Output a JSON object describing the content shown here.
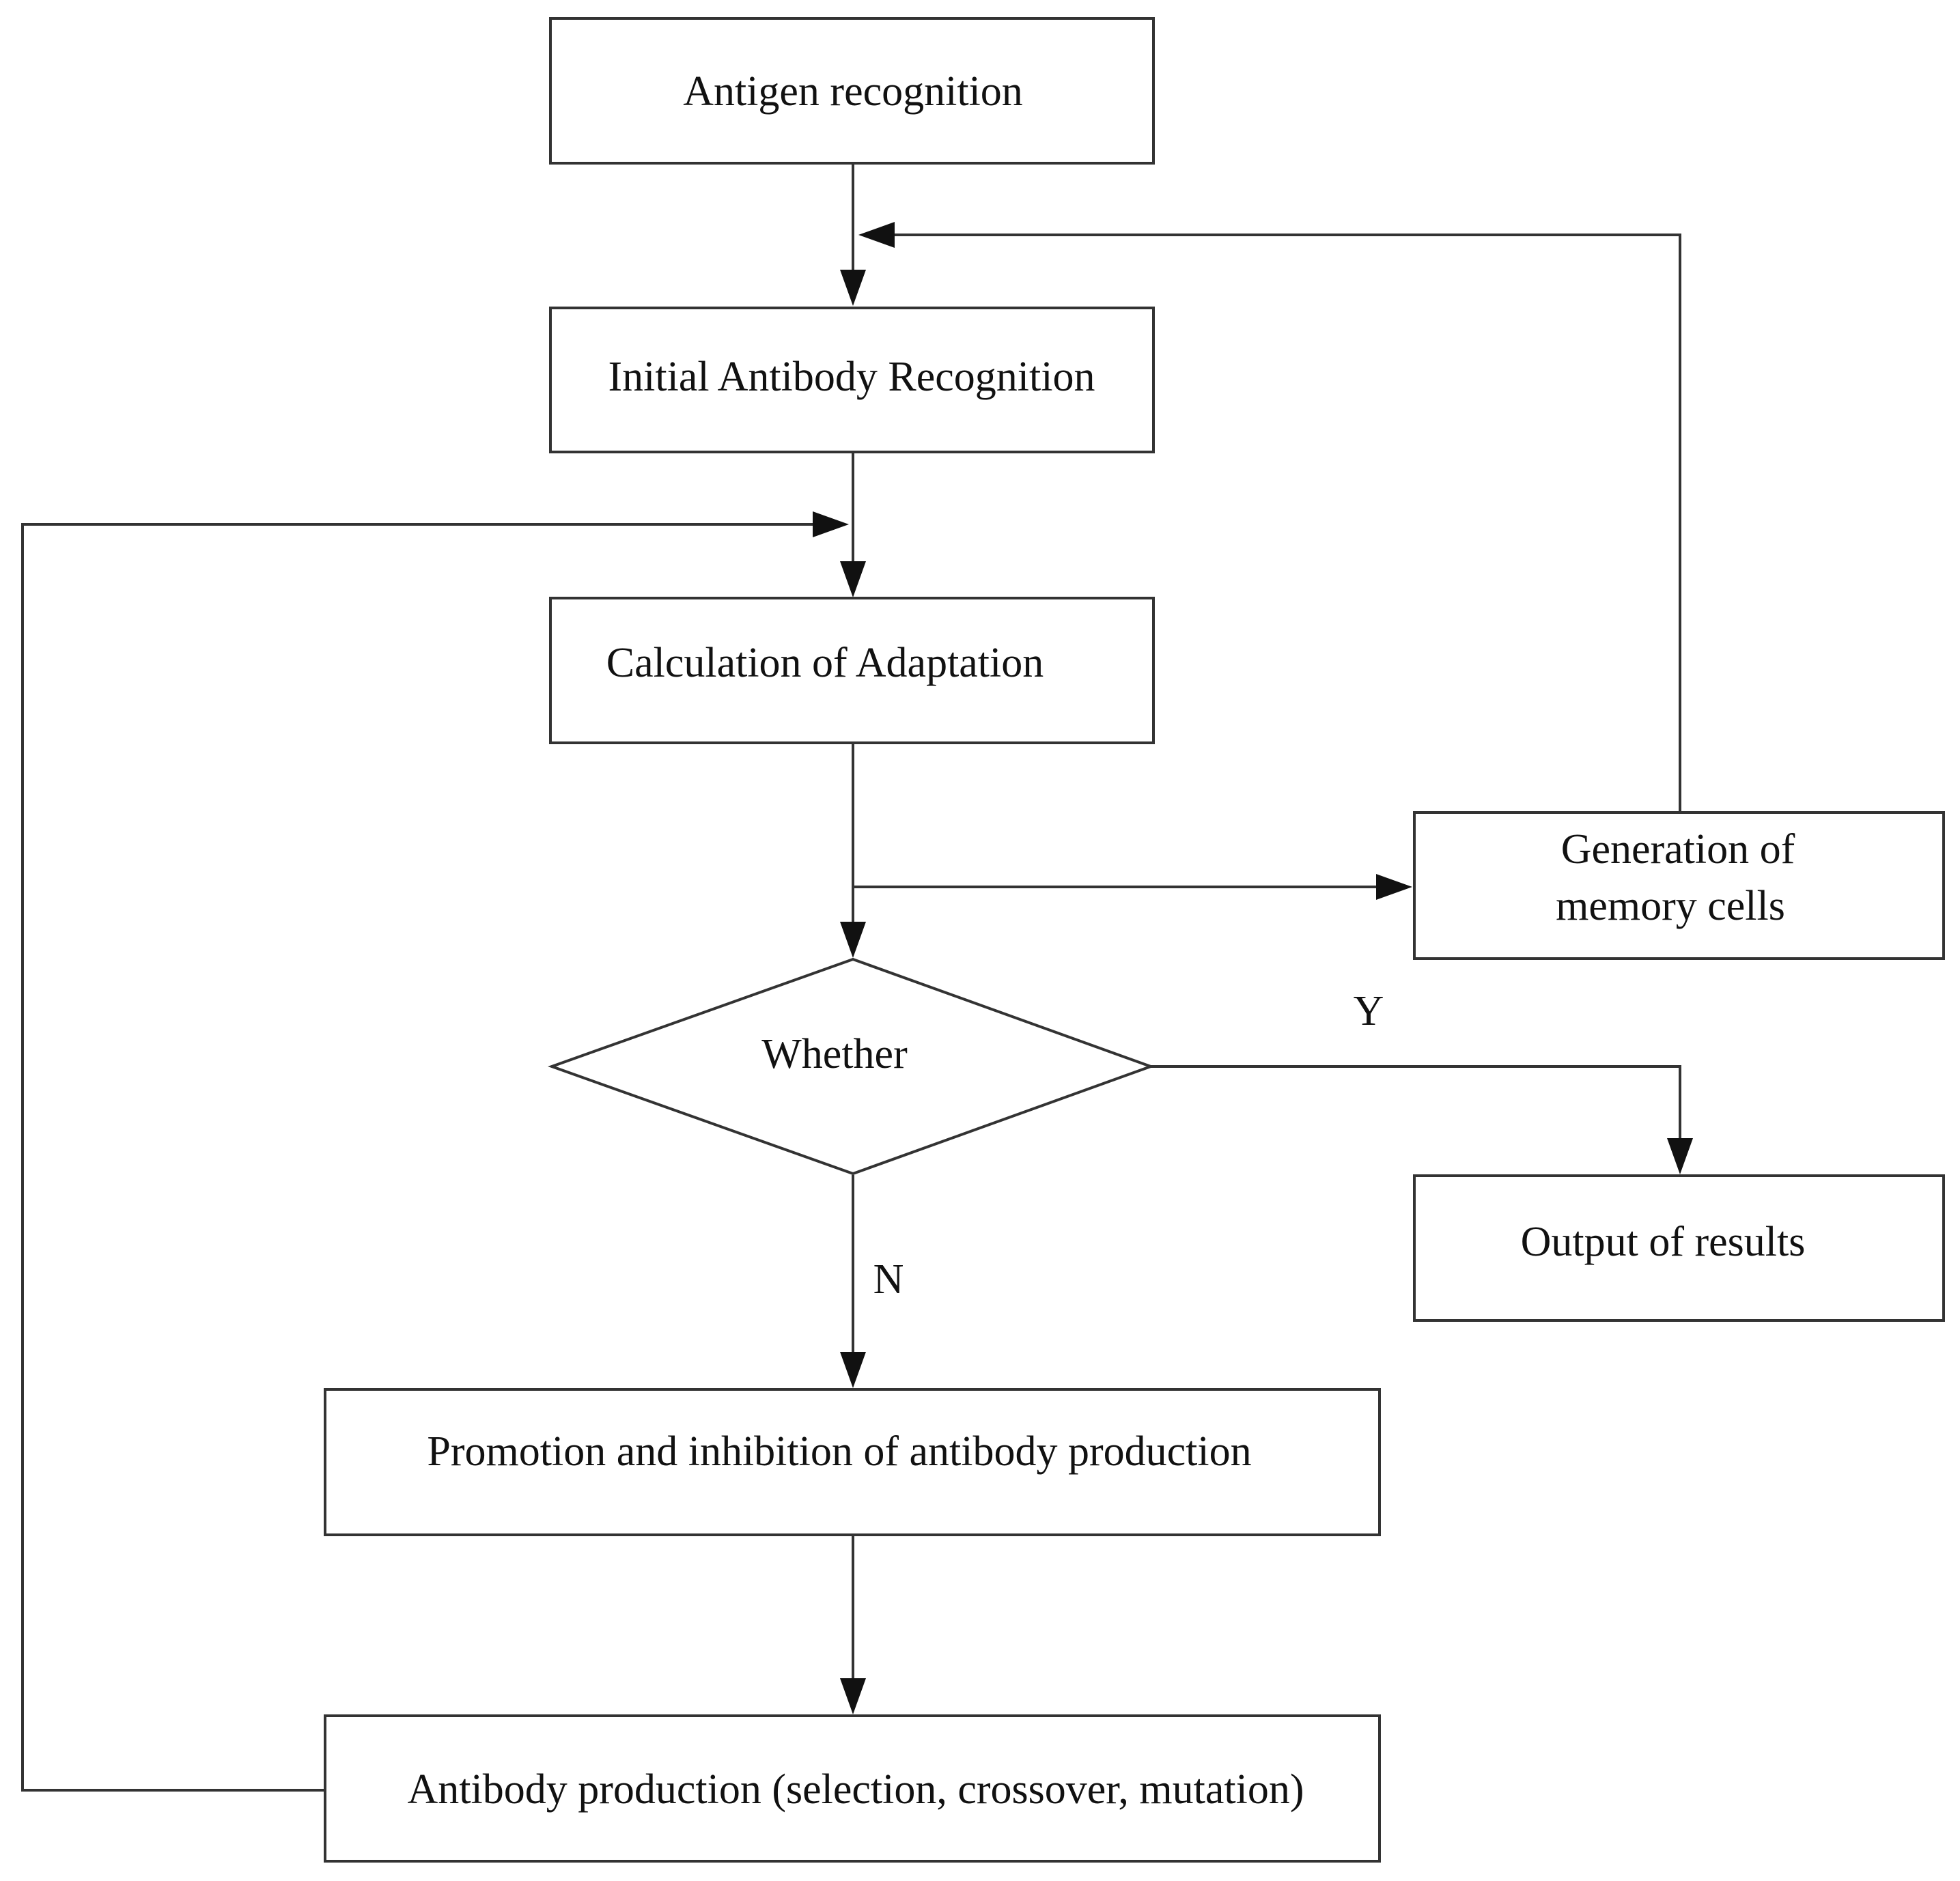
{
  "colors": {
    "background": "#ffffff",
    "stroke": "#333333",
    "text": "#111111"
  },
  "nodes": {
    "antigen_recognition": "Antigen recognition",
    "initial_antibody_recognition": "Initial Antibody Recognition",
    "calculation_of_adaptation": "Calculation of Adaptation",
    "generation_of_memory_cells_line1": "Generation of",
    "generation_of_memory_cells_line2": "memory cells",
    "whether": "Whether",
    "output_of_results": "Output of results",
    "promotion_and_inhibition": "Promotion and inhibition of antibody production",
    "antibody_production": "Antibody production (selection, crossover, mutation)"
  },
  "branches": {
    "yes_label": "Y",
    "no_label": "N"
  }
}
